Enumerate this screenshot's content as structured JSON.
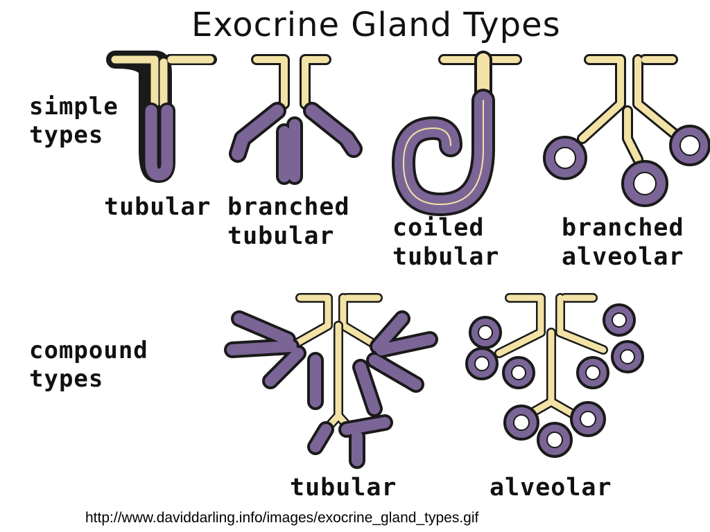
{
  "title": "Exocrine Gland Types",
  "rows": {
    "simple": {
      "line1": "simple",
      "line2": "types"
    },
    "compound": {
      "line1": "compound",
      "line2": "types"
    }
  },
  "simple_glands": [
    {
      "line1": "tubular",
      "line2": ""
    },
    {
      "line1": "branched",
      "line2": "tubular"
    },
    {
      "line1": "coiled",
      "line2": "tubular"
    },
    {
      "line1": "branched",
      "line2": "alveolar"
    }
  ],
  "compound_glands": [
    {
      "line1": "tubular"
    },
    {
      "line1": "alveolar"
    }
  ],
  "source_url": "http://www.daviddarling.info/images/exocrine_gland_types.gif",
  "colors": {
    "duct_cells": "#f3e2a6",
    "secretory_cells": "#7b6597",
    "outline": "#1a1a1a"
  }
}
